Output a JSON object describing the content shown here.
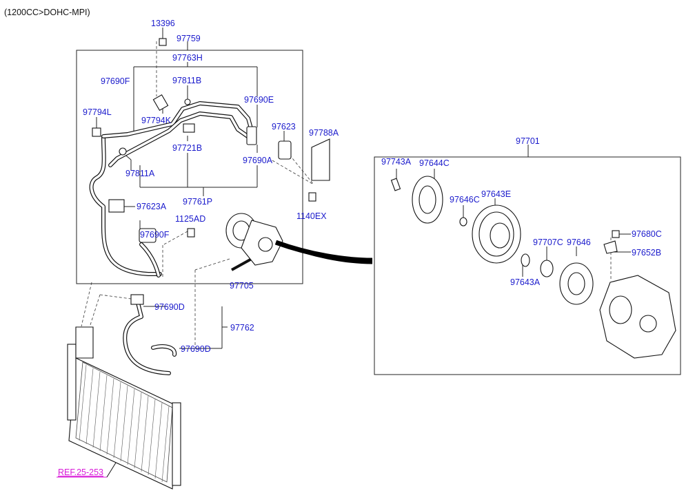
{
  "header": {
    "engine_spec": "(1200CC>DOHC-MPI)"
  },
  "reference": {
    "text": "REF.25-253"
  },
  "labels": {
    "p13396": "13396",
    "p97759": "97759",
    "p97763H": "97763H",
    "p97690F_top": "97690F",
    "p97811B": "97811B",
    "p97690E": "97690E",
    "p97794L": "97794L",
    "p97794K": "97794K",
    "p97623": "97623",
    "p97788A": "97788A",
    "p97721B": "97721B",
    "p97690A": "97690A",
    "p97811A": "97811A",
    "p97761P": "97761P",
    "p97623A": "97623A",
    "p1140EX": "1140EX",
    "p1125AD": "1125AD",
    "p97690F_bot": "97690F",
    "p97705": "97705",
    "p97690D_top": "97690D",
    "p97762": "97762",
    "p97690D_bot": "97690D",
    "p97701": "97701",
    "p97743A": "97743A",
    "p97644C": "97644C",
    "p97646C": "97646C",
    "p97643E": "97643E",
    "p97680C": "97680C",
    "p97707C": "97707C",
    "p97646": "97646",
    "p97652B": "97652B",
    "p97643A": "97643A"
  },
  "colors": {
    "label": "#1a1acc",
    "reference": "#d81ad8",
    "line": "#222222"
  }
}
